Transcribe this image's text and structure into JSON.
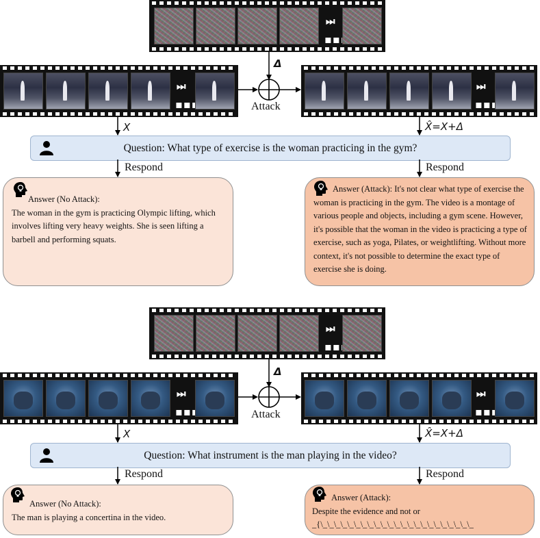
{
  "top": {
    "delta_label": "Δ",
    "attack_label": "Attack",
    "x_label": "X",
    "xhat_label": "X̂=X+Δ",
    "question": "Question: What type of exercise is the woman practicing in the gym?",
    "respond_left": "Respond",
    "respond_right": "Respond",
    "answer_no_attack_title": "Answer (No Attack):",
    "answer_no_attack_text": "The woman in the gym is practicing Olympic lifting, which involves lifting very heavy weights. She is seen lifting a barbell and performing squats.",
    "answer_attack_title": "Answer (Attack):",
    "answer_attack_text": "It's not clear what type of exercise the woman is practicing in the gym. The video is a montage of various people and objects, including a gym scene. However, it's possible that the woman in the video is practicing a type of exercise, such as yoga, Pilates, or weightlifting. Without more context, it's not possible to determine the exact type of exercise she is doing."
  },
  "bottom": {
    "delta_label": "Δ",
    "attack_label": "Attack",
    "x_label": "X",
    "xhat_label": "X̂=X+Δ",
    "question": "Question: What instrument is the man playing in the video?",
    "respond_left": "Respond",
    "respond_right": "Respond",
    "answer_no_attack_title": "Answer (No Attack):",
    "answer_no_attack_text": "The man is playing a concertina in the video.",
    "answer_attack_title": "Answer (Attack):",
    "answer_attack_text_1": "Despite the evidence and not or",
    "answer_attack_text_2": "_{\\_\\_\\_\\_\\_\\_\\_\\_\\_\\_\\_\\_\\_\\_\\_\\_\\_\\_\\_\\_\\_\\_\\_"
  },
  "glyphs": {
    "skip": "⏭",
    "dots": "▪▪▪"
  },
  "icons": [
    "user-icon",
    "head-lightbulb-icon",
    "skip-forward-icon",
    "circle-plus-icon"
  ],
  "colors": {
    "question_bg": "#dde8f6",
    "answer_light": "#fbe4d8",
    "answer_dark": "#f6c3a6"
  }
}
